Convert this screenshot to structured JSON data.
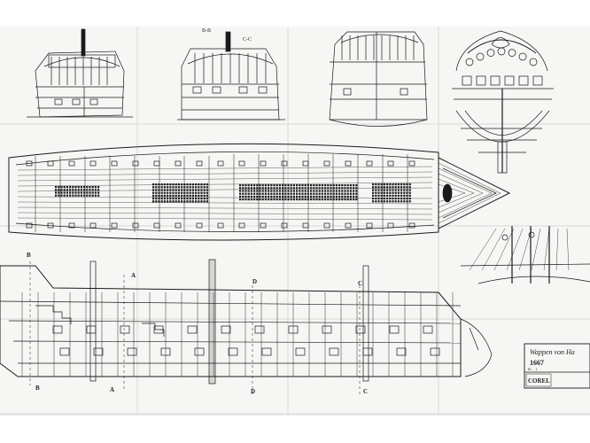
{
  "colors": {
    "paper": "#f6f6f4",
    "background": "#ffffff",
    "ink": "#1a1a1a",
    "fold": "#d8d8d6"
  },
  "section_markers": {
    "top_left": "B-B",
    "top_center": "C-C",
    "row_markers": [
      "B",
      "A",
      "D",
      "C"
    ]
  },
  "title_block": {
    "title": "Wappen von Ha",
    "year": "1667",
    "sheet": "Bl. 1",
    "publisher": "COREL"
  }
}
